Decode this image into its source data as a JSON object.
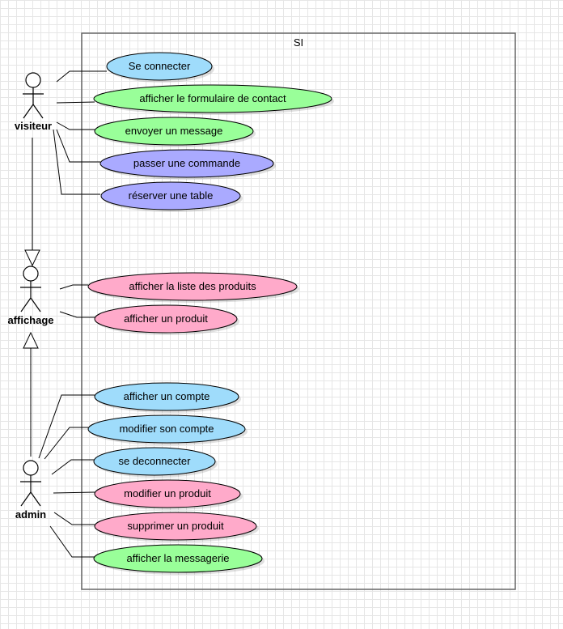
{
  "system": {
    "title": "SI"
  },
  "colors": {
    "blue": "#9fdcfb",
    "green": "#99ff99",
    "purple": "#aaaaff",
    "pink": "#ffaaca",
    "line": "#000000"
  },
  "actors": [
    {
      "id": "visiteur",
      "label": "visiteur"
    },
    {
      "id": "affichage",
      "label": "affichage"
    },
    {
      "id": "admin",
      "label": "admin"
    }
  ],
  "generalizations": [
    {
      "from": "visiteur",
      "to": "affichage"
    },
    {
      "from": "admin",
      "to": "affichage"
    }
  ],
  "use_cases": [
    {
      "label": "Se connecter",
      "color": "blue",
      "actor": "visiteur"
    },
    {
      "label": "afficher le formulaire de contact",
      "color": "green",
      "actor": "visiteur"
    },
    {
      "label": "envoyer un message",
      "color": "green",
      "actor": "visiteur"
    },
    {
      "label": "passer une commande",
      "color": "purple",
      "actor": "visiteur"
    },
    {
      "label": "réserver une table",
      "color": "purple",
      "actor": "visiteur"
    },
    {
      "label": "afficher la liste des produits",
      "color": "pink",
      "actor": "affichage"
    },
    {
      "label": "afficher un produit",
      "color": "pink",
      "actor": "affichage"
    },
    {
      "label": "afficher un compte",
      "color": "blue",
      "actor": "admin"
    },
    {
      "label": "modifier son compte",
      "color": "blue",
      "actor": "admin"
    },
    {
      "label": "se deconnecter",
      "color": "blue",
      "actor": "admin"
    },
    {
      "label": "modifier un produit",
      "color": "pink",
      "actor": "admin"
    },
    {
      "label": "supprimer un produit",
      "color": "pink",
      "actor": "admin"
    },
    {
      "label": "afficher la messagerie",
      "color": "green",
      "actor": "admin"
    }
  ]
}
